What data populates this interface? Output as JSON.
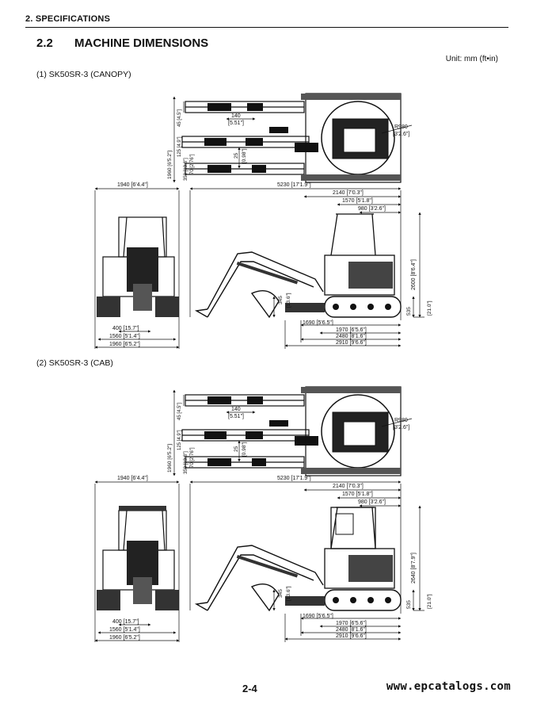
{
  "header": {
    "section": "2. SPECIFICATIONS"
  },
  "title": {
    "number": "2.2",
    "text": "MACHINE DIMENSIONS"
  },
  "unit_note": "Unit: mm (ft•in)",
  "diagrams": [
    {
      "subtitle": "(1) SK50SR-3 (CANOPY)",
      "dims": {
        "top_140": "140",
        "top_140_ft": "[5.51\"]",
        "swing_radius": "R980",
        "swing_radius_ft": "[3'2.6\"]",
        "left_1960": "1960 [6'5.2\"]",
        "left_45": "45 [4.5\"]",
        "left_25": "125 [4.9\"]",
        "left_350": "350 [13.8\"]",
        "left_70": "70 [2.76\"]",
        "offset_25": "25",
        "offset_25_ft": "[0.98\"]",
        "overall_width": "1940 [6'4.4\"]",
        "overall_length": "5230 [17'1.9\"]",
        "d2140": "2140 [7'0.3\"]",
        "d1570": "1570 [5'1.8\"]",
        "d980": "980 [3'2.6\"]",
        "height": "2600 [8'6.4\"]",
        "ground_clear": "345",
        "ground_clear_ft": "[13.6\"]",
        "track_height": "535",
        "track_height_ft": "[21.0\"]",
        "d1690": "1690 [5'6.5\"]",
        "d1970": "1970 [6'5.6\"]",
        "d2480": "2480 [8'1.6\"]",
        "d2910": "2910 [9'6.6\"]",
        "w400": "400 [15.7\"]",
        "w1560": "1560 [5'1.4\"]",
        "w1960": "1960 [6'5.2\"]"
      }
    },
    {
      "subtitle": "(2) SK50SR-3 (CAB)",
      "dims": {
        "top_140": "140",
        "top_140_ft": "[5.51\"]",
        "swing_radius": "R980",
        "swing_radius_ft": "[3'2.6\"]",
        "left_1960": "1960 [6'5.2\"]",
        "left_45": "45 [4.5\"]",
        "left_25": "125 [4.9\"]",
        "left_350": "350 [13.8\"]",
        "left_70": "70 [2.76\"]",
        "offset_25": "25",
        "offset_25_ft": "[0.98\"]",
        "overall_width": "1940 [6'4.4\"]",
        "overall_length": "5230 [17'1.9\"]",
        "d2140": "2140 [7'0.3\"]",
        "d1570": "1570 [5'1.8\"]",
        "d980": "980 [3'2.6\"]",
        "height": "2640 [8'7.9\"]",
        "ground_clear": "345",
        "ground_clear_ft": "[13.6\"]",
        "track_height": "535",
        "track_height_ft": "[21.0\"]",
        "d1690": "1690 [5'6.5\"]",
        "d1970": "1970 [6'5.6\"]",
        "d2480": "2480 [8'1.6\"]",
        "d2910": "2910 [9'6.6\"]",
        "w400": "400 [15.7\"]",
        "w1560": "1560 [5'1.4\"]",
        "w1960": "1960 [6'5.2\"]"
      }
    }
  ],
  "footer": {
    "page_number": "2-4",
    "website": "www.epcatalogs.com"
  }
}
